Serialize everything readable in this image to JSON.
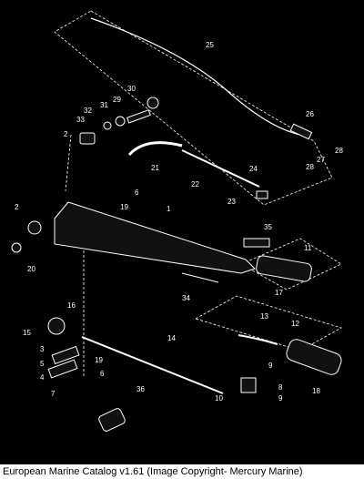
{
  "callouts": [
    "1",
    "2",
    "3",
    "4",
    "5",
    "6",
    "7",
    "8",
    "9",
    "10",
    "11",
    "12",
    "13",
    "14",
    "15",
    "16",
    "17",
    "18",
    "19",
    "20",
    "21",
    "22",
    "23",
    "24",
    "25",
    "26",
    "27",
    "28",
    "29",
    "30",
    "31",
    "32",
    "33",
    "34",
    "35",
    "36"
  ],
  "footer": "European Marine Catalog v1.61 (Image Copyright- Mercury Marine)"
}
